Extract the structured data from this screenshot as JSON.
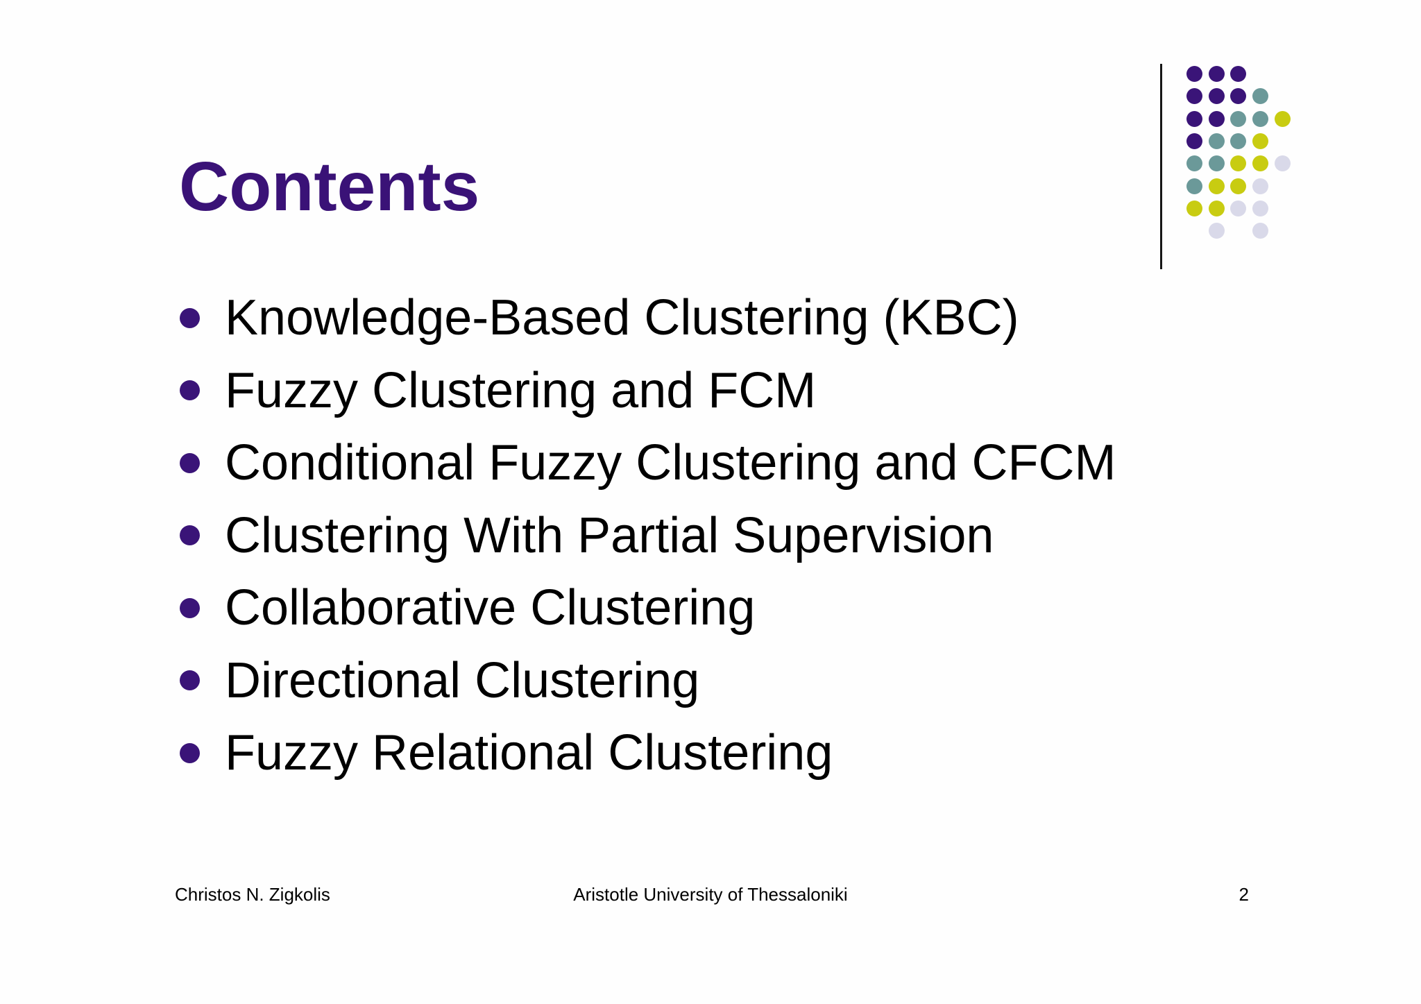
{
  "slide": {
    "title": "Contents",
    "bullets": [
      "Knowledge-Based Clustering (KBC)",
      "Fuzzy Clustering and FCM",
      "Conditional Fuzzy Clustering and CFCM",
      "Clustering With Partial Supervision",
      "Collaborative Clustering",
      "Directional Clustering",
      "Fuzzy Relational Clustering"
    ],
    "footer": {
      "author": "Christos N. Zigkolis",
      "institution": "Aristotle University of Thessaloniki",
      "page_number": "2"
    }
  },
  "colors": {
    "background": "#fefefe",
    "title": "#3a1277",
    "bullet_marker": "#3a1478",
    "body_text": "#000000",
    "divider_line": "#161616"
  },
  "decoration": {
    "description": "dot-matrix",
    "dot_colors": {
      "P": "#3a1478",
      "T": "#6b9999",
      "Y": "#c8cc11",
      "L": "#d9d9e9"
    },
    "pattern": [
      "PPP..",
      "PPPT.",
      "PPTTY",
      "PTTY.",
      "TTYYL",
      "TYYL.",
      "YYLL.",
      ".L.L."
    ]
  }
}
